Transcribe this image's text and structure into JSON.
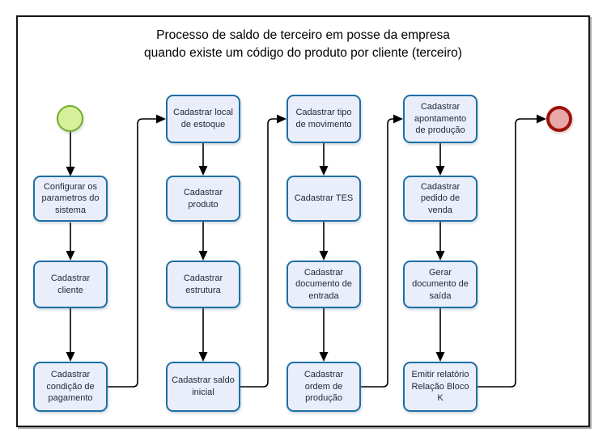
{
  "diagram": {
    "type": "flowchart",
    "title": {
      "line1": "Processo de saldo de terceiro em posse da empresa",
      "line2": "quando existe um código do produto por cliente (terceiro)"
    },
    "events": {
      "start": {
        "shape": "circle",
        "role": "start-event"
      },
      "end": {
        "shape": "circle",
        "role": "end-event"
      }
    },
    "tasks": [
      {
        "label": "Configurar os parametros do sistema"
      },
      {
        "label": "Cadastrar cliente"
      },
      {
        "label": "Cadastrar condição de pagamento"
      },
      {
        "label": "Cadastrar local de estoque"
      },
      {
        "label": "Cadastrar produto"
      },
      {
        "label": "Cadastrar estrutura"
      },
      {
        "label": "Cadastrar saldo inicial"
      },
      {
        "label": "Cadastrar tipo de movimento"
      },
      {
        "label": "Cadastrar TES"
      },
      {
        "label": "Cadastrar documento de entrada"
      },
      {
        "label": "Cadastrar ordem de produção"
      },
      {
        "label": "Cadastrar apontamento de produção"
      },
      {
        "label": "Cadastrar pedido de venda"
      },
      {
        "label": "Gerar documento de saída"
      },
      {
        "label": "Emitir relatório Relação Bloco K"
      }
    ],
    "sequence": [
      "start",
      "Configurar os parametros do sistema",
      "Cadastrar cliente",
      "Cadastrar condição de pagamento",
      "Cadastrar local de estoque",
      "Cadastrar produto",
      "Cadastrar estrutura",
      "Cadastrar saldo inicial",
      "Cadastrar tipo de movimento",
      "Cadastrar TES",
      "Cadastrar documento de entrada",
      "Cadastrar ordem de produção",
      "Cadastrar apontamento de produção",
      "Cadastrar pedido de venda",
      "Gerar documento de saída",
      "Emitir relatório Relação Bloco K",
      "end"
    ],
    "colors": {
      "task_fill": "#e9eefa",
      "task_border": "#1d6fa5",
      "task_text": "#1f2836",
      "start_fill": "#d6ef9b",
      "start_border": "#70ad2d",
      "end_fill": "#e9a8a8",
      "end_border": "#9e1207",
      "connector": "#000000",
      "frame_border": "#161616",
      "background": "#ffffff"
    }
  }
}
